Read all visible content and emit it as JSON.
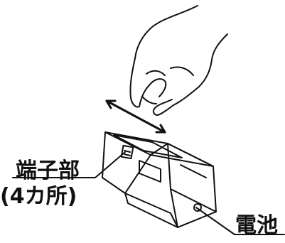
{
  "labels": {
    "terminal": "端子部",
    "terminal_count": "(4カ所)",
    "battery": "電池"
  },
  "colors": {
    "line": "#111111",
    "background": "#ffffff"
  },
  "icons": [
    "hand-icon",
    "double-arrow-icon",
    "battery-pack-icon",
    "terminal-contact-icon"
  ]
}
